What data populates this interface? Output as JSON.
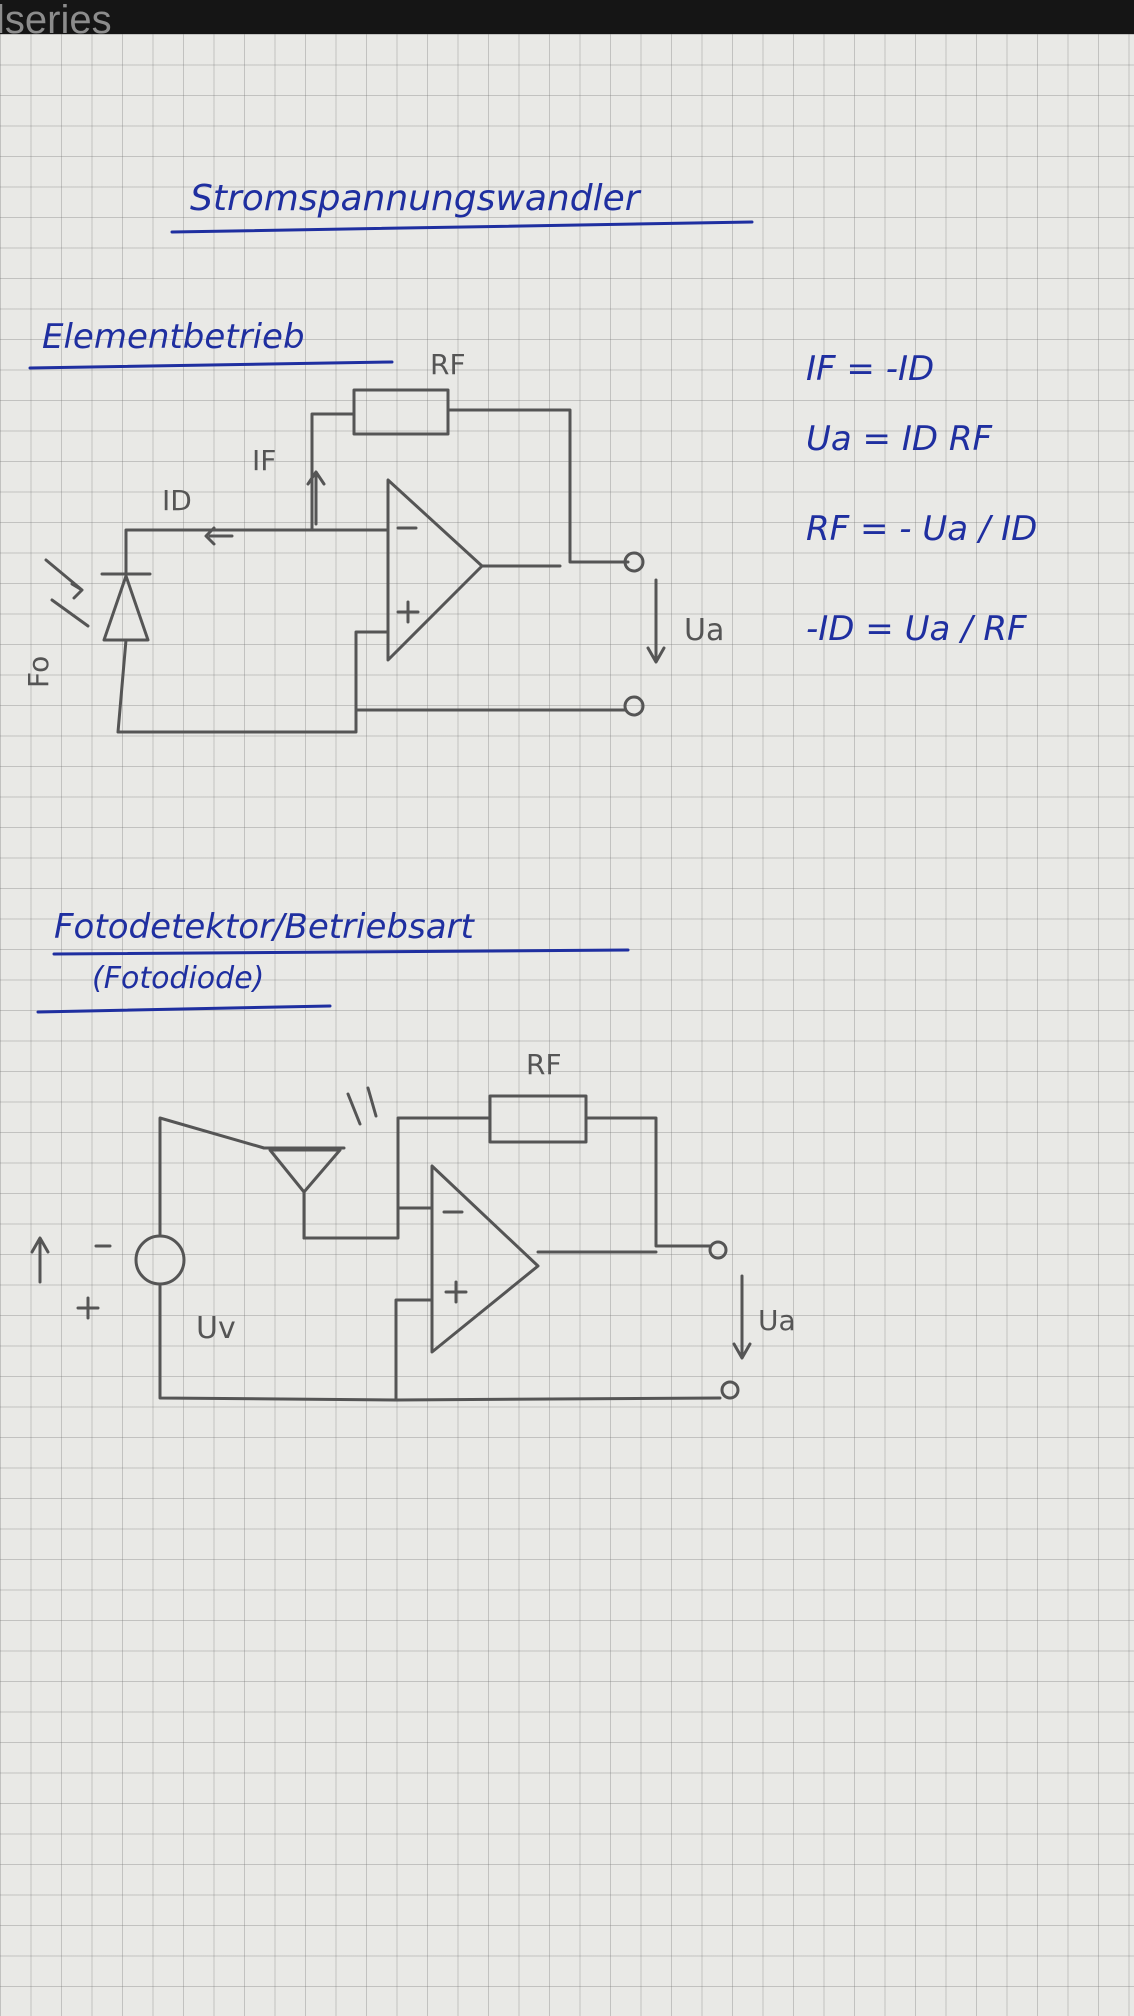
{
  "header": {
    "brand": "lseries"
  },
  "title": "Stromspannungswandler",
  "section1": {
    "heading": "Elementbetrieb",
    "labels": {
      "rf": "RF",
      "if": "IF",
      "id": "ID",
      "fo": "Fo",
      "ua": "Ua"
    },
    "formulas": [
      "IF = -ID",
      "Ua = ID RF",
      "RF = - Ua / ID",
      "-ID = Ua / RF"
    ]
  },
  "section2": {
    "heading": "Fotodetektor/Betriebsart",
    "subheading": "(Fotodiode)",
    "labels": {
      "rf": "RF",
      "uv": "Uv",
      "ua": "Ua"
    }
  }
}
